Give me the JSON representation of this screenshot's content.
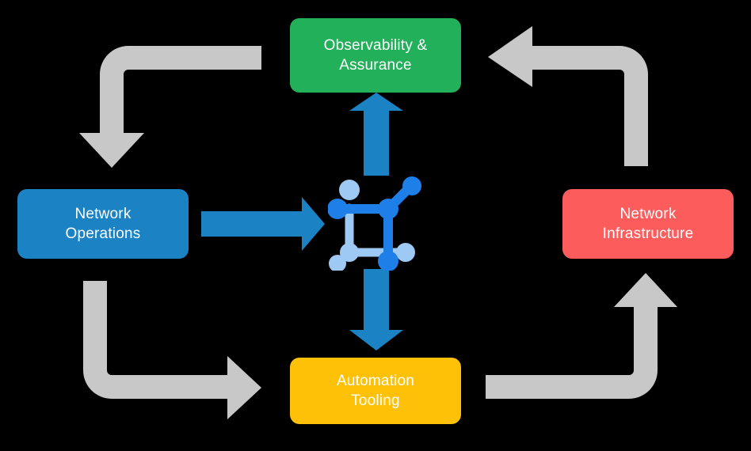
{
  "diagram": {
    "title_present": false,
    "background_color": "#000000",
    "type": "cycle-flow-diagram",
    "nodes": [
      {
        "id": "observability",
        "label": "Observability &\nAssurance",
        "color": "#22b05a",
        "position": "top"
      },
      {
        "id": "operations",
        "label": "Network\nOperations",
        "color": "#1b82c4",
        "position": "left"
      },
      {
        "id": "infrastructure",
        "label": "Network\nInfrastructure",
        "color": "#fd5c5c",
        "position": "right"
      },
      {
        "id": "automation",
        "label": "Automation\nTooling",
        "color": "#ffc107",
        "position": "bottom"
      }
    ],
    "center": {
      "icon": "network-mesh-icon",
      "node_color_primary": "#1f7fe8",
      "node_color_secondary": "#9fc9f5"
    },
    "arrows": {
      "primary_color": "#1b82c4",
      "cycle_color": "#c8c8c8",
      "straight": [
        {
          "id": "operations-to-center",
          "from": "operations",
          "to": "center",
          "direction": "right"
        },
        {
          "id": "center-to-observability",
          "from": "center",
          "to": "observability",
          "direction": "up"
        },
        {
          "id": "center-to-automation",
          "from": "center",
          "to": "automation",
          "direction": "down"
        }
      ],
      "cycle": [
        {
          "id": "observability-to-operations",
          "from": "observability",
          "to": "operations",
          "corner": "top-left",
          "direction": "down"
        },
        {
          "id": "infrastructure-to-observability",
          "from": "infrastructure",
          "to": "observability",
          "corner": "top-right",
          "direction": "left"
        },
        {
          "id": "operations-to-automation",
          "from": "operations",
          "to": "automation",
          "corner": "bottom-left",
          "direction": "right"
        },
        {
          "id": "automation-to-infrastructure",
          "from": "automation",
          "to": "infrastructure",
          "corner": "bottom-right",
          "direction": "up"
        }
      ]
    }
  }
}
